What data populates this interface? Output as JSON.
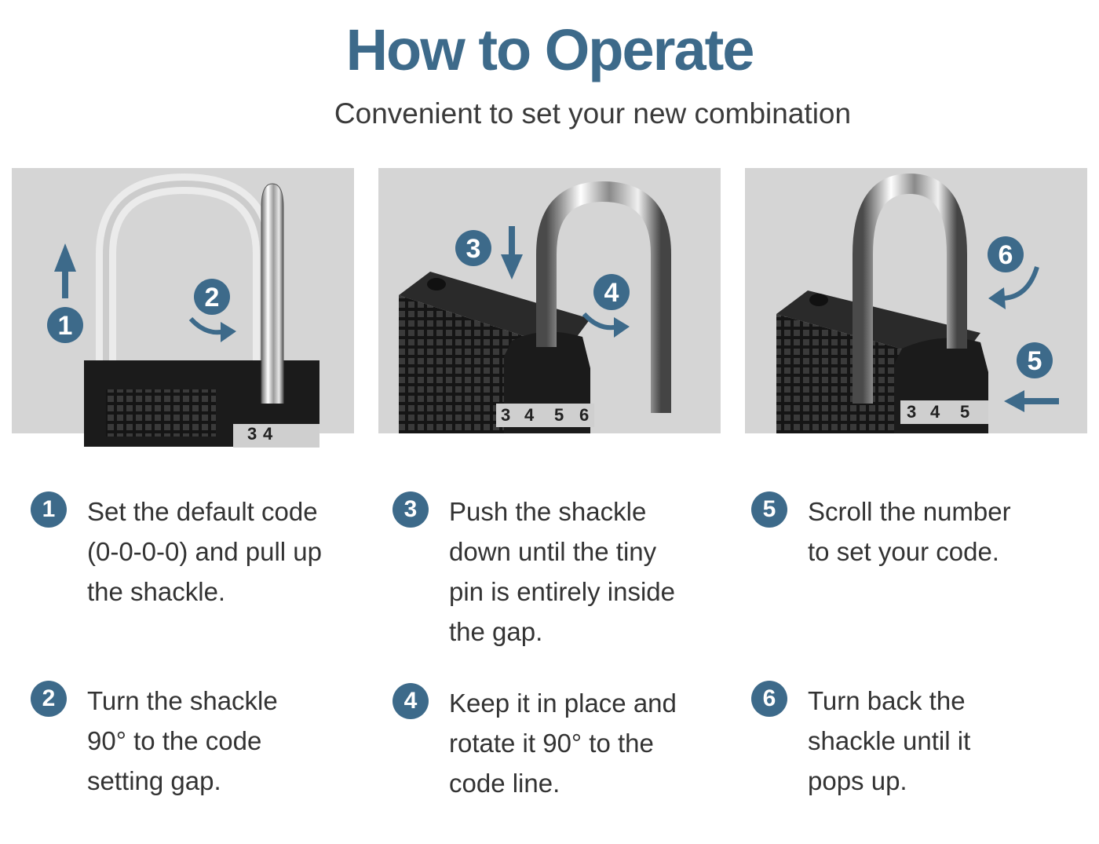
{
  "header": {
    "title": "How to Operate",
    "subtitle": "Convenient to set your new combination"
  },
  "colors": {
    "accent": "#3d6a8a",
    "panel_bg": "#d5d5d5",
    "text": "#333333",
    "lock_body": "#1b1b1b"
  },
  "panels": [
    {
      "image": "lock-pull-up-illustration",
      "markers": [
        "1",
        "2"
      ],
      "dial_digits": [
        "3",
        "4"
      ]
    },
    {
      "image": "lock-push-rotate-illustration",
      "markers": [
        "3",
        "4"
      ],
      "dial_digits": [
        "3",
        "4",
        "5",
        "6"
      ]
    },
    {
      "image": "lock-set-code-illustration",
      "markers": [
        "6",
        "5"
      ],
      "dial_digits": [
        "3",
        "4",
        "5"
      ]
    }
  ],
  "steps": [
    {
      "number": "1",
      "text": "Set the default code (0-0-0-0) and pull up the shackle."
    },
    {
      "number": "2",
      "text": "Turn the shackle 90° to the code setting gap."
    },
    {
      "number": "3",
      "text": "Push the shackle down until the tiny pin is entirely inside the gap."
    },
    {
      "number": "4",
      "text": "Keep it in place and rotate it 90° to the code line."
    },
    {
      "number": "5",
      "text": "Scroll the number to set your code."
    },
    {
      "number": "6",
      "text": "Turn back the shackle until it pops up."
    }
  ]
}
